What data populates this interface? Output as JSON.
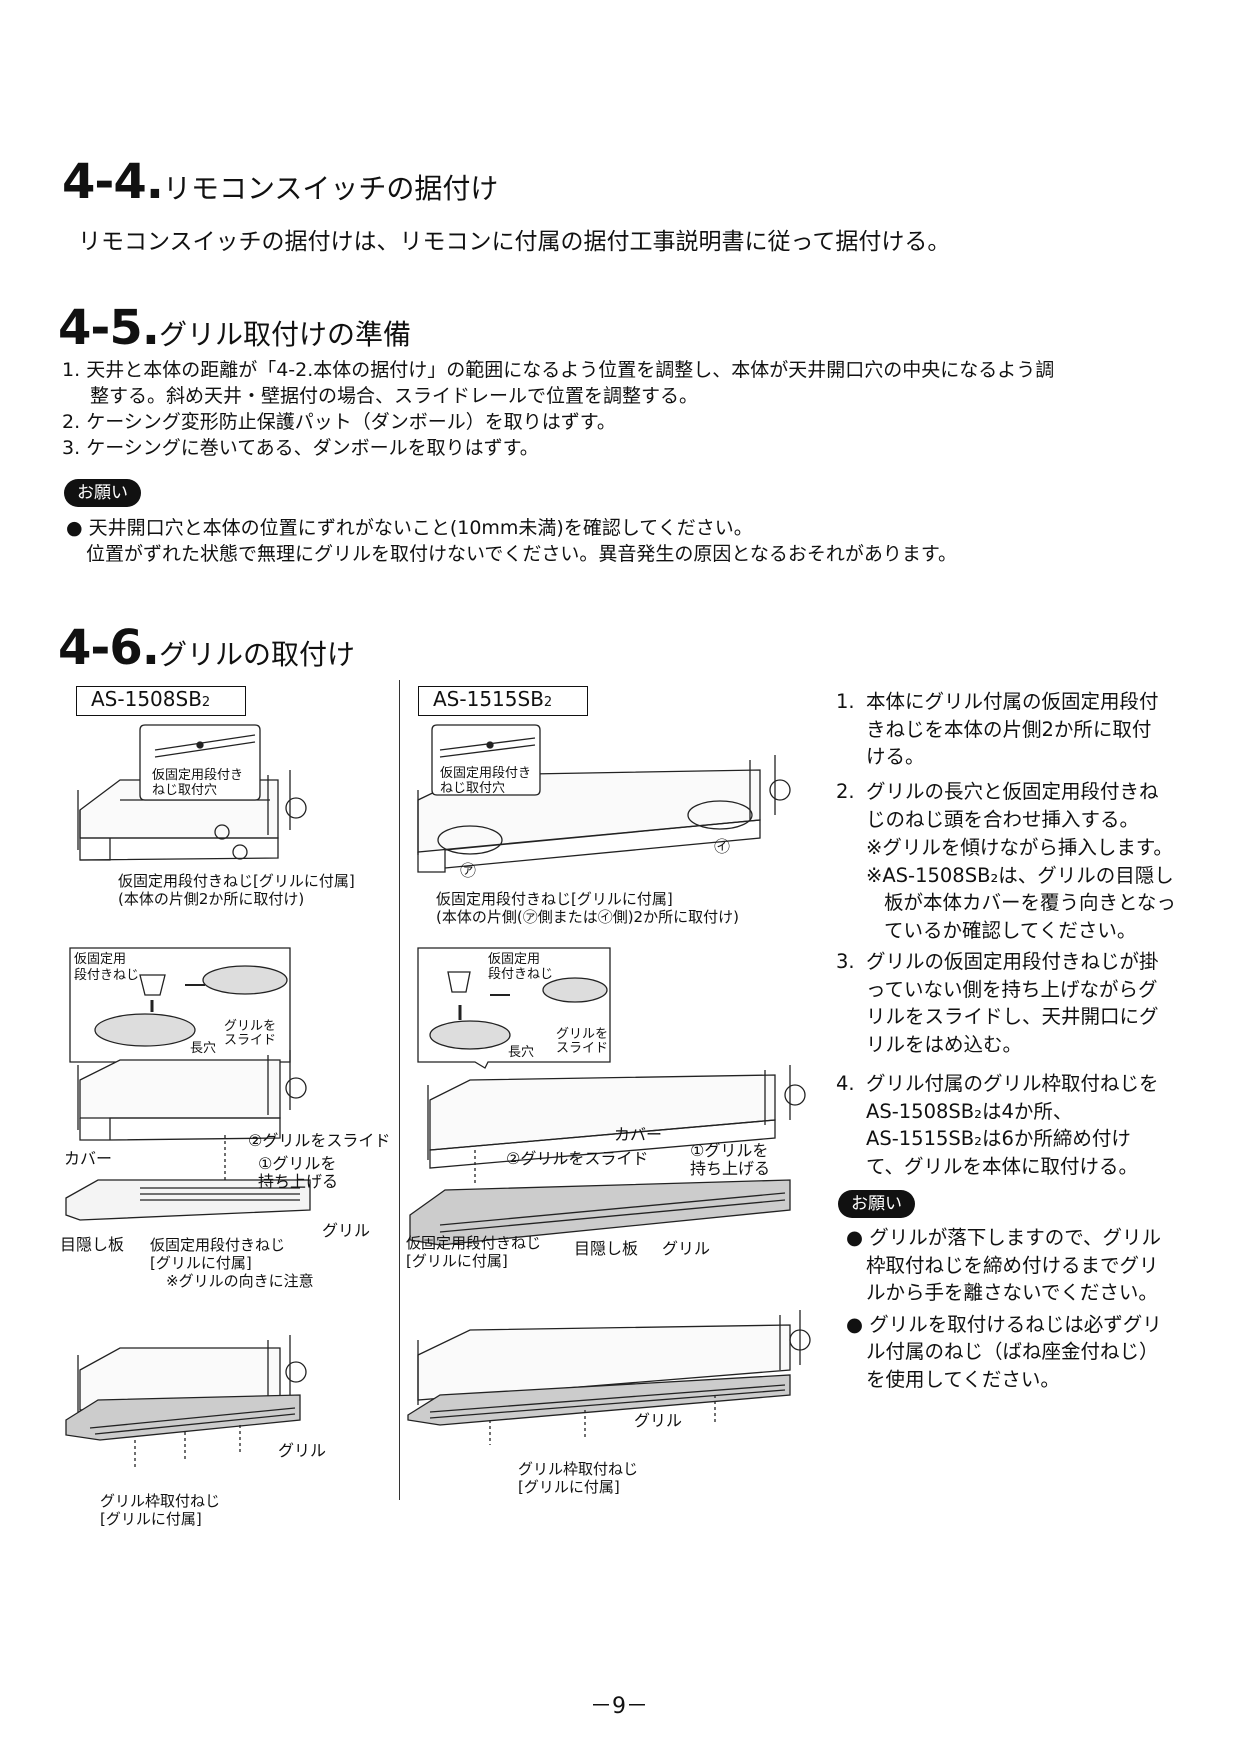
{
  "s44": {
    "num": "4-4.",
    "title": "リモコンスイッチの据付け",
    "lead": "リモコンスイッチの据付けは、リモコンに付属の据付工事説明書に従って据付ける。"
  },
  "s45": {
    "num": "4-5.",
    "title": "グリル取付けの準備",
    "items": [
      {
        "n": "1.",
        "lines": [
          "天井と本体の距離が「4-2.本体の据付け」の範囲になるよう位置を調整し、本体が天井開口穴の中央になるよう調",
          "整する。斜め天井・壁据付の場合、スライドレールで位置を調整する。"
        ]
      },
      {
        "n": "2.",
        "lines": [
          "ケーシング変形防止保護パット（ダンボール）を取りはずす。"
        ]
      },
      {
        "n": "3.",
        "lines": [
          "ケーシングに巻いてある、ダンボールを取りはずす。"
        ]
      }
    ],
    "notice_badge": "お願い",
    "notice_lines": [
      "天井開口穴と本体の位置にずれがないこと(10mm未満)を確認してください。",
      "位置がずれた状態で無理にグリルを取付けないでください。異音発生の原因となるおそれがあります。"
    ]
  },
  "s46": {
    "num": "4-6.",
    "title": "グリルの取付け",
    "left": {
      "model": "AS-1508SB",
      "model_sub": "2",
      "c1": [
        "仮固定用段付き",
        "ねじ取付穴"
      ],
      "c2": [
        "仮固定用段付きねじ[グリルに付属]",
        "(本体の片側2か所に取付け)"
      ],
      "c3": [
        "仮固定用",
        "段付きねじ"
      ],
      "c4": "長穴",
      "c5": [
        "グリルを",
        "スライド"
      ],
      "c6": "カバー",
      "c7": "②グリルをスライド",
      "c8": [
        "①グリルを",
        "持ち上げる"
      ],
      "c9": "グリル",
      "c10": "目隠し板",
      "c11": [
        "仮固定用段付きねじ",
        "[グリルに付属]",
        "※グリルの向きに注意"
      ],
      "c12": "グリル",
      "c13": [
        "グリル枠取付ねじ",
        "[グリルに付属]"
      ]
    },
    "right": {
      "model": "AS-1515SB",
      "model_sub": "2",
      "c1": [
        "仮固定用段付き",
        "ねじ取付穴"
      ],
      "c2a": "㋐",
      "c2b": "㋑",
      "c3": [
        "仮固定用段付きねじ[グリルに付属]",
        "(本体の片側(㋐側または㋑側)2か所に取付け)"
      ],
      "c4": [
        "仮固定用",
        "段付きねじ"
      ],
      "c5": "長穴",
      "c6": [
        "グリルを",
        "スライド"
      ],
      "c7": "カバー",
      "c8": "②グリルをスライド",
      "c9": [
        "①グリルを",
        "持ち上げる"
      ],
      "c10": [
        "仮固定用段付きねじ",
        "[グリルに付属]"
      ],
      "c11": "目隠し板",
      "c12": "グリル",
      "c13": "グリル",
      "c14": [
        "グリル枠取付ねじ",
        "[グリルに付属]"
      ]
    },
    "steps": [
      {
        "n": "1.",
        "t": "本体にグリル付属の仮固定用段付きねじを本体の片側2か所に取付ける。"
      },
      {
        "n": "2.",
        "t": "グリルの長穴と仮固定用段付きねじのねじ頭を合わせ挿入する。"
      },
      {
        "n": "3.",
        "t": "グリルの仮固定用段付きねじが掛っていない側を持ち上げながらグリルをスライドし、天井開口にグリルをはめ込む。"
      },
      {
        "n": "4.",
        "t": "グリル付属のグリル枠取付ねじを"
      }
    ],
    "step2_notes": [
      "※グリルを傾けながら挿入します。",
      "※AS-1508SB₂は、グリルの目隠し板が本体カバーを覆う向きとなっているか確認してください。"
    ],
    "step4_lines": [
      "AS-1508SB₂は4か所、",
      "AS-1515SB₂は6か所締め付けて、グリルを本体に取付ける。"
    ],
    "notice_badge": "お願い",
    "notices": [
      "グリルが落下しますので、グリル枠取付ねじを締め付けるまでグリルから手を離さないでください。",
      "グリルを取付けるねじは必ずグリル付属のねじ（ばね座金付ねじ）を使用してください。"
    ]
  },
  "page_number": "－9－"
}
